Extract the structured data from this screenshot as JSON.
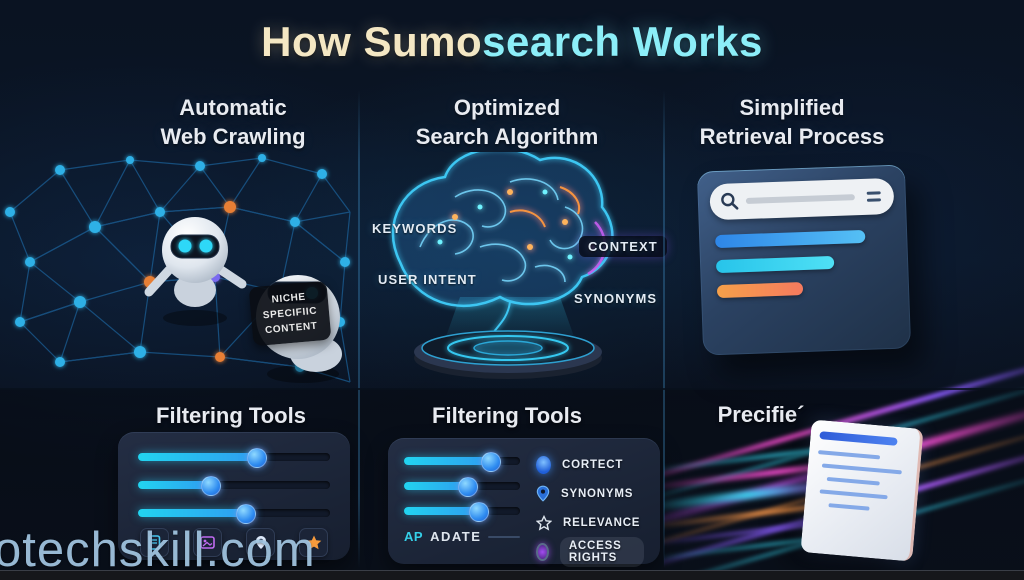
{
  "title": {
    "part1": "How Sumo",
    "part2": "search Works"
  },
  "watermark": "otechskill.com",
  "colors": {
    "background": "#0a1322",
    "title_cream": "#f4e7c3",
    "title_cyan": "#8ceef8",
    "heading": "#e8ebf1",
    "accent_cyan": "#35d0f0",
    "accent_blue": "#2e8de8",
    "accent_orange": "#f0944a",
    "accent_magenta": "#ff4fd8",
    "watermark_color": "#a4c8e4"
  },
  "sections": {
    "web_crawling": {
      "heading_line1": "Automatic",
      "heading_line2": "Web Crawling",
      "badge_line1": "NICHE",
      "badge_line2": "SPECIFIIC",
      "badge_line3": "CONTENT"
    },
    "search_algorithm": {
      "heading_line1": "Optimized",
      "heading_line2": "Search Algorithm",
      "label_keywords": "KEYWORDS",
      "label_user_intent": "USER INTENT",
      "label_context": "CONTEXT",
      "label_synonyms": "SYNONYMS"
    },
    "retrieval": {
      "heading_line1": "Simplified",
      "heading_line2": "Retrieval Process"
    },
    "filtering_left": {
      "heading": "Filtering Tools",
      "sliders": [
        62,
        38,
        56
      ],
      "icons": [
        "document-icon",
        "image-icon",
        "location-pin-icon",
        "star-icon"
      ]
    },
    "filtering_middle": {
      "heading": "Filtering Tools",
      "sliders": [
        75,
        55,
        65
      ],
      "footer_ap": "AP",
      "footer_text": "ADATE",
      "options": [
        {
          "icon": "circle-icon",
          "label": "CORTECT"
        },
        {
          "icon": "pin-icon",
          "label": "SYNONYMS"
        },
        {
          "icon": "star-icon",
          "label": "RELEVANCE"
        },
        {
          "icon": "lock-circle-icon",
          "label": "ACCESS RIGHTS"
        }
      ]
    },
    "precise": {
      "heading": "Precifie´"
    }
  }
}
